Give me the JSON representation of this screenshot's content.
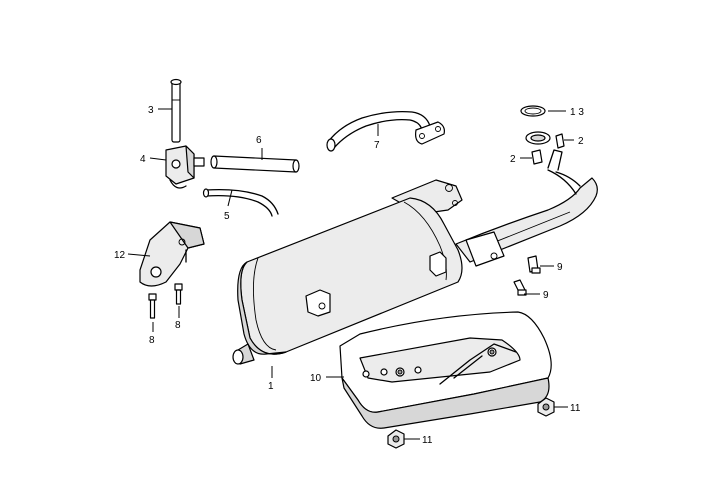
{
  "callouts": {
    "c1": "1",
    "c2a": "2",
    "c2b": "2",
    "c3": "3",
    "c4": "4",
    "c5": "5",
    "c6": "6",
    "c7": "7",
    "c8a": "8",
    "c8b": "8",
    "c9a": "9",
    "c9b": "9",
    "c10": "10",
    "c11a": "11",
    "c11b": "11",
    "c12": "12",
    "c13": "1 3"
  }
}
